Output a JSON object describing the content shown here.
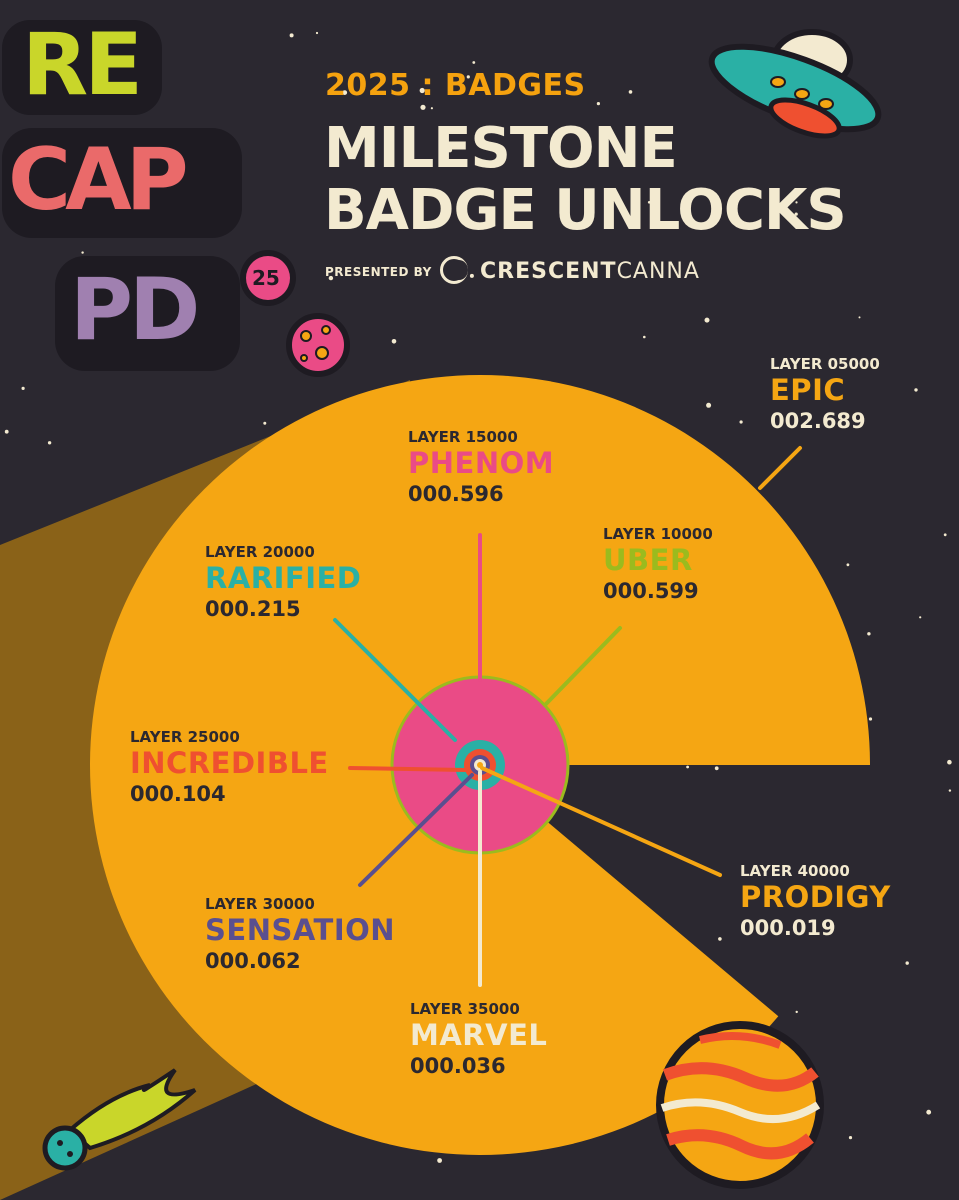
{
  "header": {
    "kicker": "2025 : BADGES",
    "title_line1": "MILESTONE",
    "title_line2": "BADGE UNLOCKS",
    "presented_by": "PRESENTED BY",
    "brand_bold": "CRESCENT",
    "brand_light": "CANNA"
  },
  "logo": {
    "row1": "RE",
    "row2": "CAP",
    "row3": "PD",
    "badge": "25"
  },
  "colors": {
    "background": "#2b2830",
    "orange": "#f5a613",
    "pink": "#ea4b86",
    "teal": "#2ab0a5",
    "green": "#9bbb1e",
    "red": "#ef5030",
    "purple": "#5a4f8f",
    "cream": "#f3ead0"
  },
  "chart_data": {
    "type": "pie",
    "title": "MILESTONE BADGE UNLOCKS",
    "subtitle": "2025 : BADGES",
    "series": [
      {
        "layer": "LAYER 05000",
        "name": "EPIC",
        "value": 2.689,
        "value_label": "002.689",
        "color": "#f5a613"
      },
      {
        "layer": "LAYER 10000",
        "name": "UBER",
        "value": 0.599,
        "value_label": "000.599",
        "color": "#9bbb1e"
      },
      {
        "layer": "LAYER 15000",
        "name": "PHENOM",
        "value": 0.596,
        "value_label": "000.596",
        "color": "#ea4b86"
      },
      {
        "layer": "LAYER 20000",
        "name": "RARIFIED",
        "value": 0.215,
        "value_label": "000.215",
        "color": "#2ab0a5"
      },
      {
        "layer": "LAYER 25000",
        "name": "INCREDIBLE",
        "value": 0.104,
        "value_label": "000.104",
        "color": "#ef5030"
      },
      {
        "layer": "LAYER 30000",
        "name": "SENSATION",
        "value": 0.062,
        "value_label": "000.062",
        "color": "#5a4f8f"
      },
      {
        "layer": "LAYER 35000",
        "name": "MARVEL",
        "value": 0.036,
        "value_label": "000.036",
        "color": "#f3ead0"
      },
      {
        "layer": "LAYER 40000",
        "name": "PRODIGY",
        "value": 0.019,
        "value_label": "000.019",
        "color": "#f5a613"
      }
    ]
  }
}
